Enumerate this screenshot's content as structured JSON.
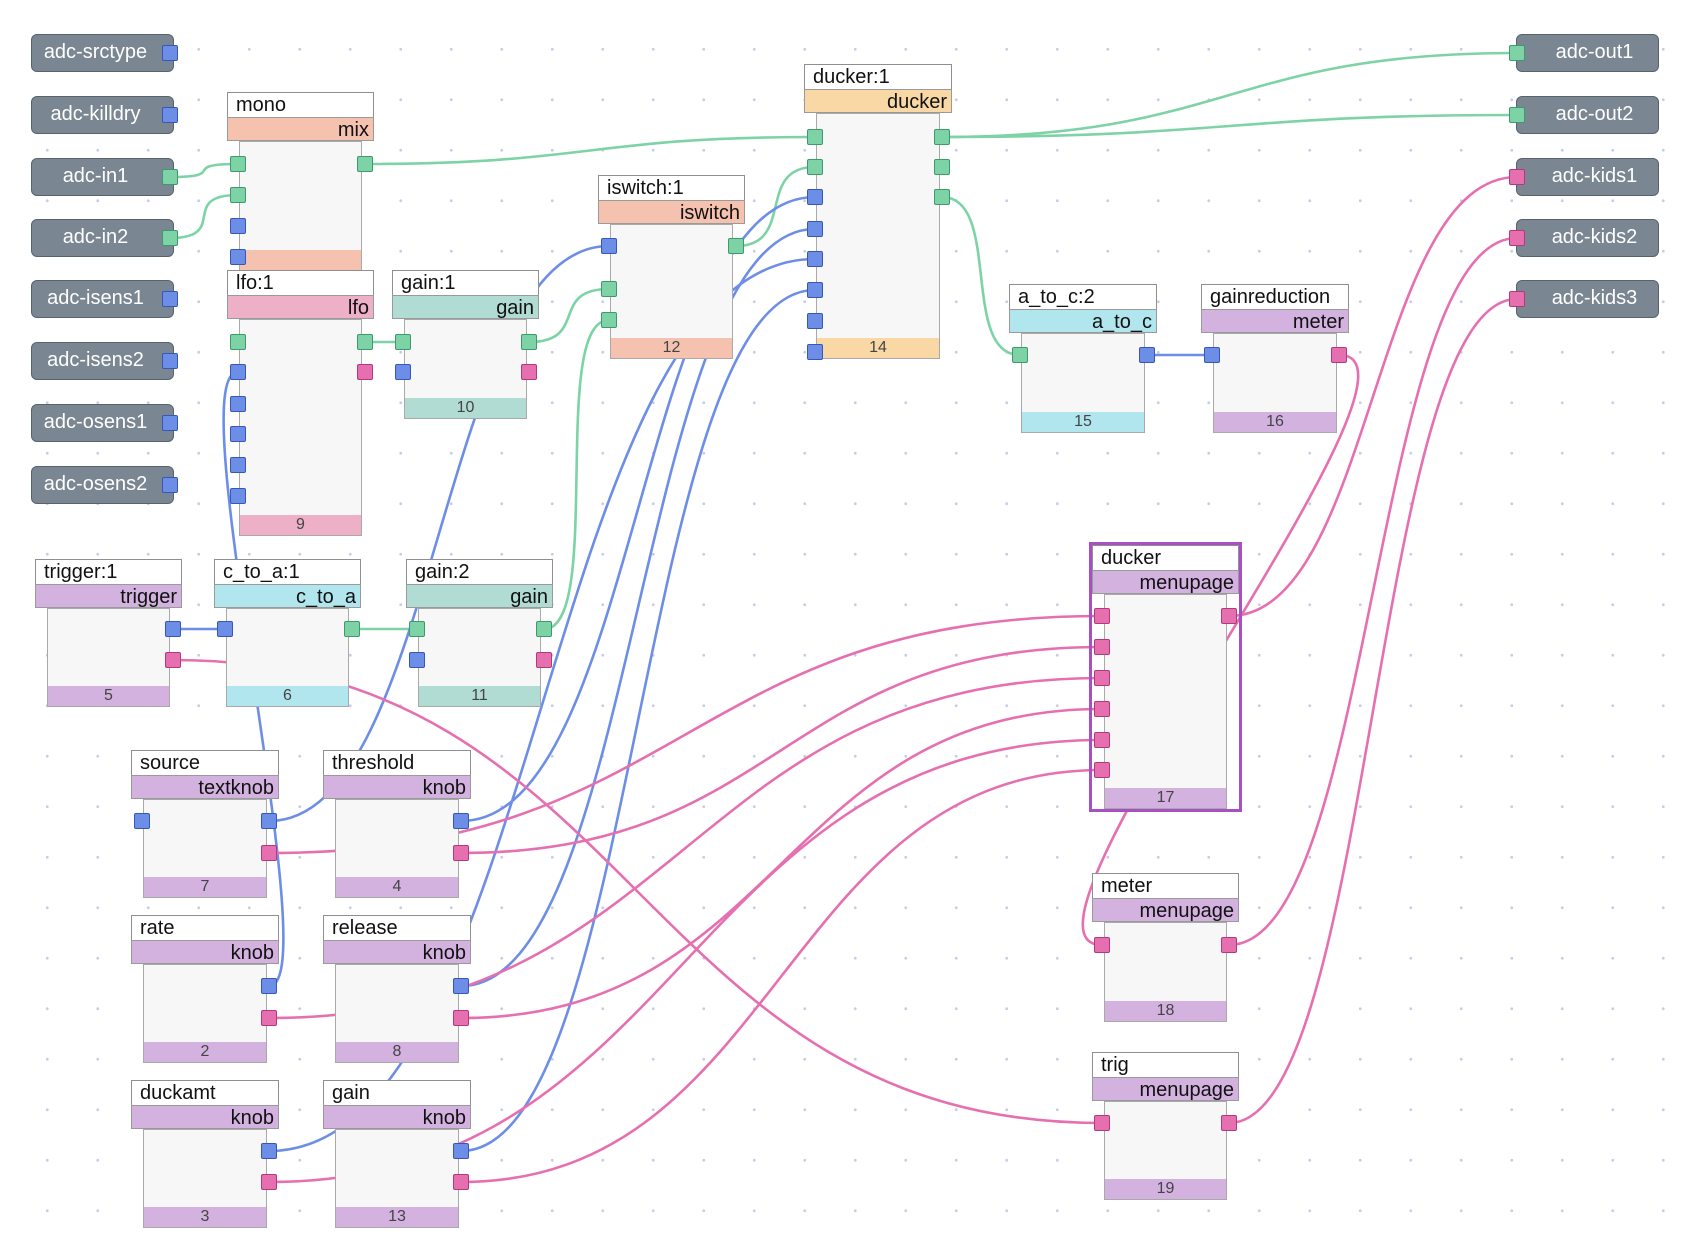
{
  "colors": {
    "audio": "#7dd3a6",
    "audio_dark": "#3c9a6b",
    "control": "#6d8ee6",
    "control_dark": "#3756b8",
    "ui": "#e66fb0",
    "ui_dark": "#b23a7c",
    "type_mix": "#f6c2b0",
    "type_lfo": "#eeb0c6",
    "type_gain": "#b1dcd4",
    "type_iswitch": "#f6c2b0",
    "type_ducker": "#fad8a6",
    "type_conv": "#b1e6ef",
    "type_ui": "#d3b2e0",
    "adc": "#7a8691",
    "selected": "#a84fc4"
  },
  "adc_inputs": [
    {
      "label": "adc-srctype",
      "port": "blue"
    },
    {
      "label": "adc-killdry",
      "port": "blue"
    },
    {
      "label": "adc-in1",
      "port": "green"
    },
    {
      "label": "adc-in2",
      "port": "green"
    },
    {
      "label": "adc-isens1",
      "port": "blue"
    },
    {
      "label": "adc-isens2",
      "port": "blue"
    },
    {
      "label": "adc-osens1",
      "port": "blue"
    },
    {
      "label": "adc-osens2",
      "port": "blue"
    }
  ],
  "adc_outputs": [
    {
      "label": "adc-out1",
      "port": "green"
    },
    {
      "label": "adc-out2",
      "port": "green"
    },
    {
      "label": "adc-kids1",
      "port": "pink"
    },
    {
      "label": "adc-kids2",
      "port": "pink"
    },
    {
      "label": "adc-kids3",
      "port": "pink"
    }
  ],
  "nodes": [
    {
      "id": "mono",
      "title": "mono",
      "type": "mix",
      "type_color": "type_mix",
      "number": "",
      "inputs": [
        "green",
        "green",
        "blue",
        "blue"
      ],
      "outputs": [
        "green"
      ]
    },
    {
      "id": "lfo1",
      "title": "lfo:1",
      "type": "lfo",
      "type_color": "type_lfo",
      "number": "9",
      "inputs": [
        "green",
        "blue",
        "blue",
        "blue",
        "blue",
        "blue"
      ],
      "outputs": [
        "green",
        "pink"
      ]
    },
    {
      "id": "gain1",
      "title": "gain:1",
      "type": "gain",
      "type_color": "type_gain",
      "number": "10",
      "inputs": [
        "green",
        "blue"
      ],
      "outputs": [
        "green",
        "pink"
      ]
    },
    {
      "id": "iswitch1",
      "title": "iswitch:1",
      "type": "iswitch",
      "type_color": "type_iswitch",
      "number": "12",
      "inputs": [
        "blue",
        "green",
        "green"
      ],
      "outputs": [
        "green"
      ]
    },
    {
      "id": "ducker1",
      "title": "ducker:1",
      "type": "ducker",
      "type_color": "type_ducker",
      "number": "14",
      "inputs": [
        "green",
        "green",
        "blue",
        "blue",
        "blue",
        "blue",
        "blue",
        "blue"
      ],
      "outputs": [
        "green",
        "green",
        "green"
      ]
    },
    {
      "id": "atoc2",
      "title": "a_to_c:2",
      "type": "a_to_c",
      "type_color": "type_conv",
      "number": "15",
      "inputs": [
        "green"
      ],
      "outputs": [
        "blue"
      ]
    },
    {
      "id": "gainreduction",
      "title": "gainreduction",
      "type": "meter",
      "type_color": "type_ui",
      "number": "16",
      "inputs": [
        "blue"
      ],
      "outputs": [
        "pink"
      ]
    },
    {
      "id": "trigger1",
      "title": "trigger:1",
      "type": "trigger",
      "type_color": "type_ui",
      "number": "5",
      "inputs": [],
      "outputs": [
        "blue",
        "pink"
      ]
    },
    {
      "id": "ctoa1",
      "title": "c_to_a:1",
      "type": "c_to_a",
      "type_color": "type_conv",
      "number": "6",
      "inputs": [
        "blue"
      ],
      "outputs": [
        "green"
      ]
    },
    {
      "id": "gain2",
      "title": "gain:2",
      "type": "gain",
      "type_color": "type_gain",
      "number": "11",
      "inputs": [
        "green",
        "blue"
      ],
      "outputs": [
        "green",
        "pink"
      ]
    },
    {
      "id": "source",
      "title": "source",
      "type": "textknob",
      "type_color": "type_ui",
      "number": "7",
      "inputs": [
        "blue"
      ],
      "outputs": [
        "blue",
        "pink"
      ]
    },
    {
      "id": "threshold",
      "title": "threshold",
      "type": "knob",
      "type_color": "type_ui",
      "number": "4",
      "inputs": [],
      "outputs": [
        "blue",
        "pink"
      ]
    },
    {
      "id": "rate",
      "title": "rate",
      "type": "knob",
      "type_color": "type_ui",
      "number": "2",
      "inputs": [],
      "outputs": [
        "blue",
        "pink"
      ]
    },
    {
      "id": "release",
      "title": "release",
      "type": "knob",
      "type_color": "type_ui",
      "number": "8",
      "inputs": [],
      "outputs": [
        "blue",
        "pink"
      ]
    },
    {
      "id": "duckamt",
      "title": "duckamt",
      "type": "knob",
      "type_color": "type_ui",
      "number": "3",
      "inputs": [],
      "outputs": [
        "blue",
        "pink"
      ]
    },
    {
      "id": "gainknob",
      "title": "gain",
      "type": "knob",
      "type_color": "type_ui",
      "number": "13",
      "inputs": [],
      "outputs": [
        "blue",
        "pink"
      ]
    },
    {
      "id": "duckerpage",
      "title": "ducker",
      "type": "menupage",
      "type_color": "type_ui",
      "number": "17",
      "selected": true,
      "inputs": [
        "pink",
        "pink",
        "pink",
        "pink",
        "pink",
        "pink"
      ],
      "outputs": [
        "pink"
      ]
    },
    {
      "id": "meterpage",
      "title": "meter",
      "type": "menupage",
      "type_color": "type_ui",
      "number": "18",
      "inputs": [
        "pink"
      ],
      "outputs": [
        "pink"
      ]
    },
    {
      "id": "trigpage",
      "title": "trig",
      "type": "menupage",
      "type_color": "type_ui",
      "number": "19",
      "inputs": [
        "pink"
      ],
      "outputs": [
        "pink"
      ]
    }
  ],
  "connections": [
    {
      "from": "adc_in:2",
      "to": "mono.in:0",
      "kind": "audio"
    },
    {
      "from": "adc_in:3",
      "to": "mono.in:1",
      "kind": "audio"
    },
    {
      "from": "mono.out:0",
      "to": "ducker1.in:0",
      "kind": "audio"
    },
    {
      "from": "ducker1.out:0",
      "to": "adc_out:0",
      "kind": "audio"
    },
    {
      "from": "ducker1.out:0",
      "to": "adc_out:1",
      "kind": "audio"
    },
    {
      "from": "ducker1.out:2",
      "to": "atoc2.in:0",
      "kind": "audio"
    },
    {
      "from": "atoc2.out:0",
      "to": "gainreduction.in:0",
      "kind": "control"
    },
    {
      "from": "lfo1.out:0",
      "to": "gain1.in:0",
      "kind": "audio"
    },
    {
      "from": "gain1.out:0",
      "to": "iswitch1.in:1",
      "kind": "audio"
    },
    {
      "from": "iswitch1.out:0",
      "to": "ducker1.in:1",
      "kind": "audio"
    },
    {
      "from": "gain2.out:0",
      "to": "iswitch1.in:2",
      "kind": "audio"
    },
    {
      "from": "ctoa1.out:0",
      "to": "gain2.in:0",
      "kind": "audio"
    },
    {
      "from": "trigger1.out:0",
      "to": "ctoa1.in:0",
      "kind": "control"
    },
    {
      "from": "source.out:0",
      "to": "iswitch1.in:0",
      "kind": "control"
    },
    {
      "from": "threshold.out:0",
      "to": "ducker1.in:2",
      "kind": "control"
    },
    {
      "from": "release.out:0",
      "to": "ducker1.in:3",
      "kind": "control"
    },
    {
      "from": "duckamt.out:0",
      "to": "ducker1.in:4",
      "kind": "control"
    },
    {
      "from": "gainknob.out:0",
      "to": "ducker1.in:5",
      "kind": "control"
    },
    {
      "from": "rate.out:0",
      "to": "lfo1.in:1",
      "kind": "control"
    },
    {
      "from": "source.out:1",
      "to": "duckerpage.in:0",
      "kind": "ui"
    },
    {
      "from": "threshold.out:1",
      "to": "duckerpage.in:1",
      "kind": "ui"
    },
    {
      "from": "rate.out:1",
      "to": "duckerpage.in:2",
      "kind": "ui"
    },
    {
      "from": "release.out:1",
      "to": "duckerpage.in:3",
      "kind": "ui"
    },
    {
      "from": "duckamt.out:1",
      "to": "duckerpage.in:4",
      "kind": "ui"
    },
    {
      "from": "gainknob.out:1",
      "to": "duckerpage.in:5",
      "kind": "ui"
    },
    {
      "from": "trigger1.out:1",
      "to": "trigpage.in:0",
      "kind": "ui"
    },
    {
      "from": "gainreduction.out:0",
      "to": "meterpage.in:0",
      "kind": "ui"
    },
    {
      "from": "duckerpage.out:0",
      "to": "adc_out:2",
      "kind": "ui"
    },
    {
      "from": "meterpage.out:0",
      "to": "adc_out:3",
      "kind": "ui"
    },
    {
      "from": "trigpage.out:0",
      "to": "adc_out:4",
      "kind": "ui"
    }
  ]
}
